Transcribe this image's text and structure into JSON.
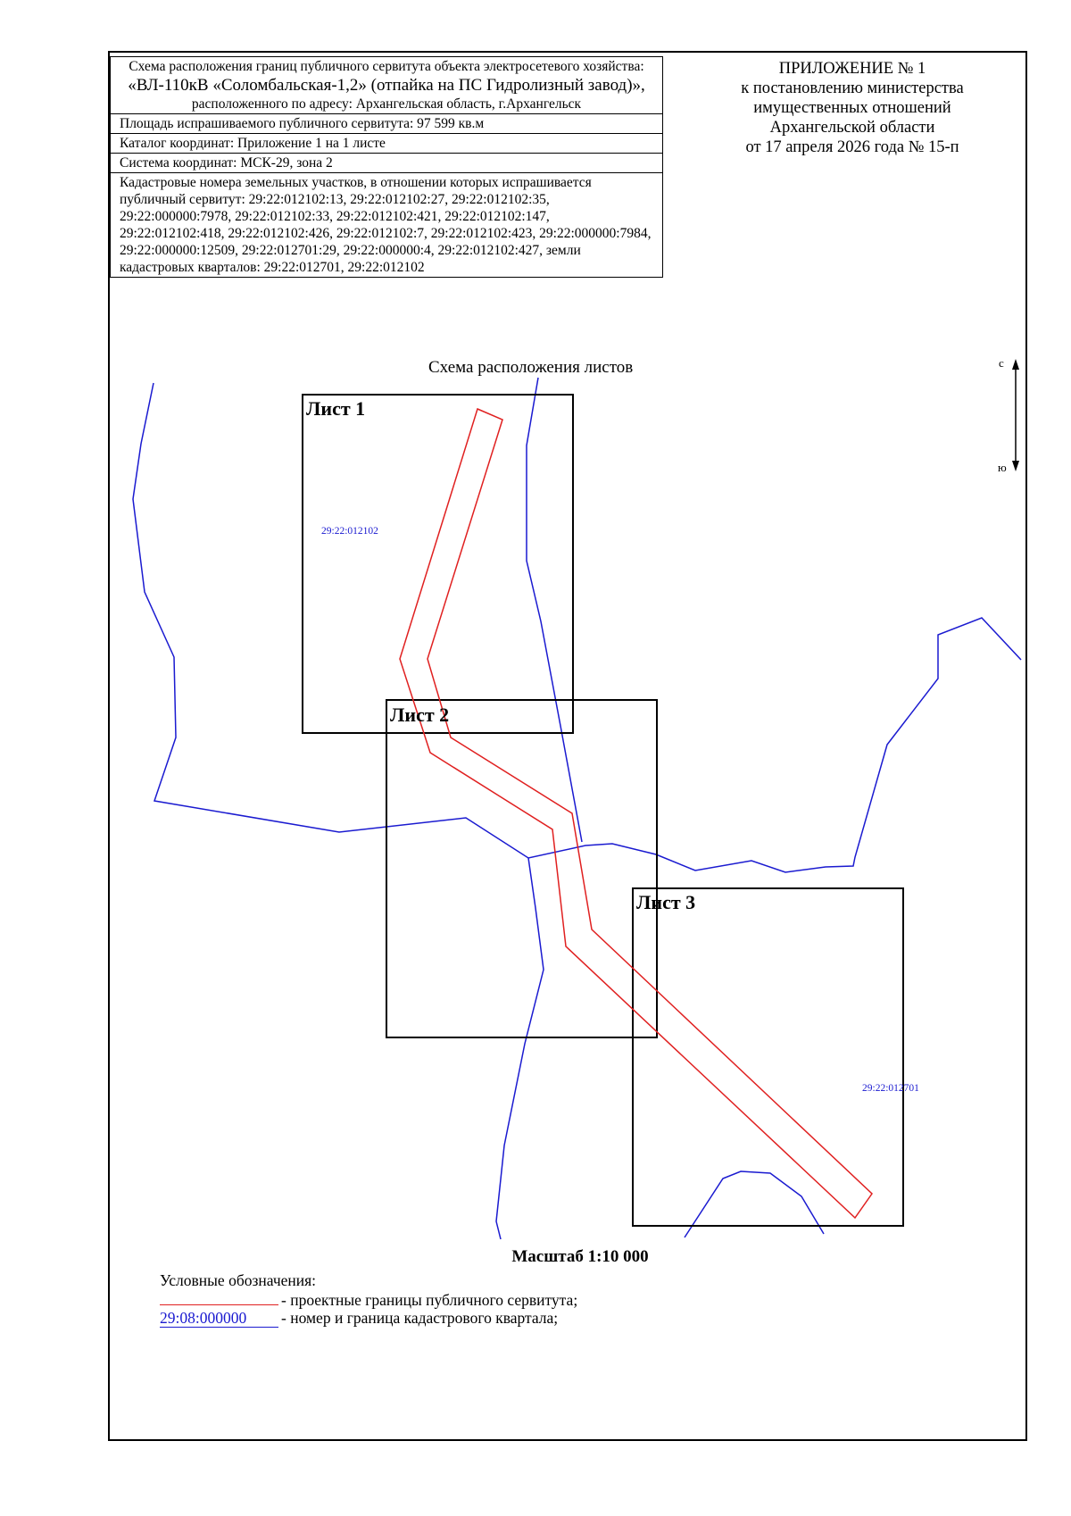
{
  "title_block": {
    "line1": "Схема расположения границ публичного сервитута объекта электросетевого хозяйства:",
    "line2": "«ВЛ-110кВ «Соломбальская-1,2» (отпайка на ПС Гидролизный завод)»,",
    "line3": "расположенного по адресу: Архангельская область, г.Архангельск",
    "area": "Площадь испрашиваемого публичного сервитута: 97 599 кв.м",
    "catalog": "Каталог координат: Приложение 1 на 1 листе",
    "crs": "Система координат: МСК-29, зона 2",
    "cadastral": "Кадастровые номера земельных участков, в отношении которых испрашивается публичный сервитут: 29:22:012102:13, 29:22:012102:27, 29:22:012102:35, 29:22:000000:7978, 29:22:012102:33, 29:22:012102:421, 29:22:012102:147, 29:22:012102:418, 29:22:012102:426, 29:22:012102:7, 29:22:012102:423, 29:22:000000:7984, 29:22:000000:12509, 29:22:012701:29, 29:22:000000:4, 29:22:012102:427, земли кадастровых кварталов: 29:22:012701, 29:22:012102"
  },
  "appendix": {
    "line1": "ПРИЛОЖЕНИЕ № 1",
    "line2": "к постановлению министерства",
    "line3": "имущественных отношений",
    "line4": "Архангельской области",
    "line5": "от 17 апреля 2026 года № 15-п"
  },
  "scheme_title": "Схема расположения листов",
  "sheets": [
    "Лист 1",
    "Лист 2",
    "Лист 3"
  ],
  "quarters": [
    "29:22:012102",
    "29:22:012701"
  ],
  "compass": {
    "north": "с",
    "south": "ю"
  },
  "scale": "Масштаб 1:10 000",
  "legend": {
    "heading": "Условные обозначения:",
    "servitude": "- проектные границы публичного сервитута;",
    "quarter_sample": "29:08:000000",
    "quarter": "- номер и граница кадастрового квартала;"
  },
  "colors": {
    "servitude": "#e02020",
    "quarter": "#1a1ad0",
    "frame": "#000000"
  }
}
